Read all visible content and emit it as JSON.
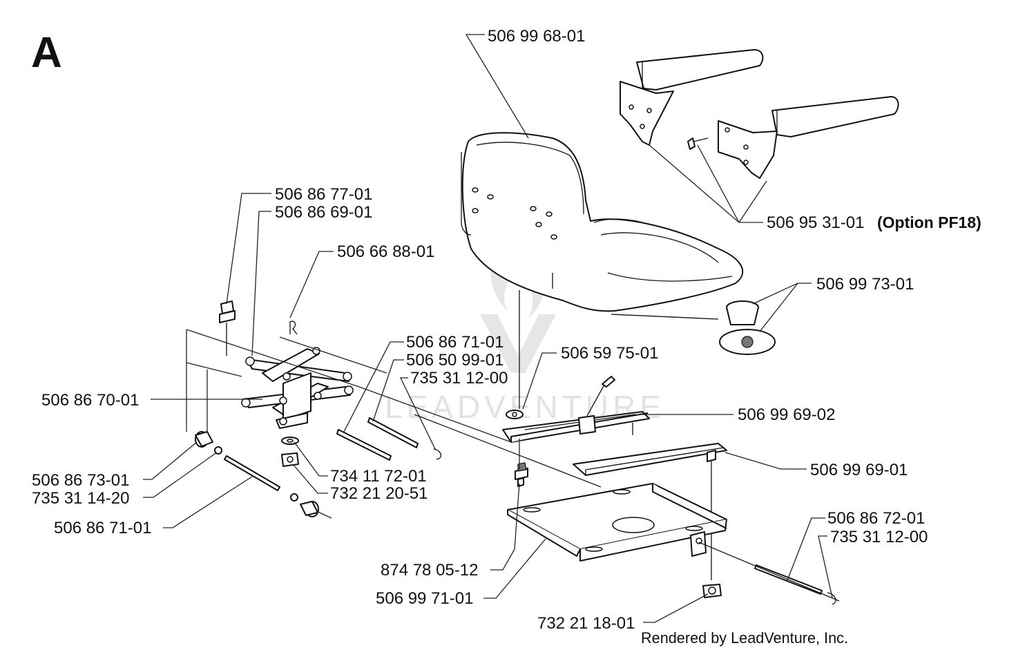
{
  "diagram": {
    "section_letter": "A",
    "footer": "Rendered by LeadVenture, Inc.",
    "watermark": "LEADVENTURE",
    "labels": {
      "seat": "506 99 68-01",
      "armrest_kit": "506 95 31-01",
      "armrest_option": "(Option PF18)",
      "damper": "506 99 73-01",
      "bolt_top": "506 86 77-01",
      "link_upper": "506 86 69-01",
      "spring_clip": "506 66 88-01",
      "pin_upper": "506 86 71-01",
      "shaft_upper": "506 50 99-01",
      "clip_upper": "735 31 12-00",
      "plate_bolt": "506 59 75-01",
      "link_lower": "506 86 70-01",
      "rail_upper": "506 99 69-02",
      "rail_lower": "506 99 69-01",
      "bushing": "506 86 73-01",
      "clip_lower": "735 31 14-20",
      "pin_lower": "506 86 71-01",
      "washer": "734 11 72-01",
      "nut": "732 21 20-51",
      "screw": "874 78 05-12",
      "base_plate": "506 99 71-01",
      "shaft_right": "506 86 72-01",
      "clip_right": "735 31 12-00",
      "nut_right": "732 21 18-01"
    }
  }
}
